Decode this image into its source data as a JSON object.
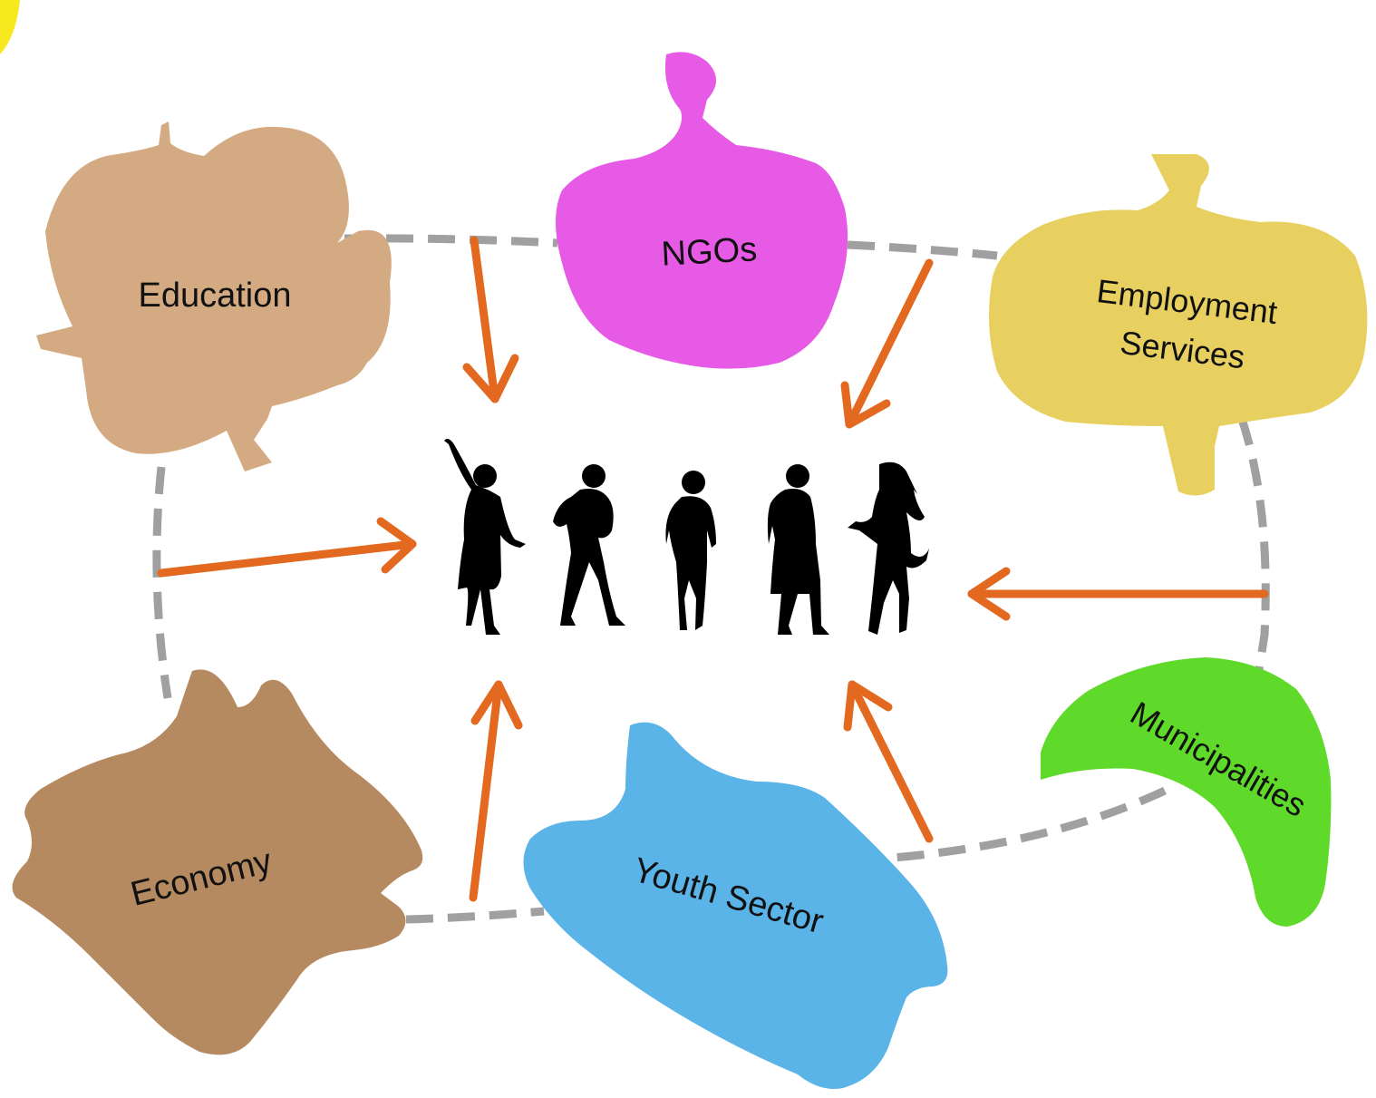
{
  "nodes": {
    "education": {
      "label": "Education",
      "color": "#d4aa82"
    },
    "ngos": {
      "label": "NGOs",
      "color": "#e65ae6"
    },
    "employment": {
      "label_line1": "Employment",
      "label_line2": "Services",
      "color": "#e8d060"
    },
    "economy": {
      "label": "Economy",
      "color": "#b58a60"
    },
    "youth": {
      "label": "Youth Sector",
      "color": "#5ab4e8"
    },
    "municipalities": {
      "label": "Municipalities",
      "color": "#5fd92a"
    }
  },
  "center": {
    "icon": "youth-silhouettes-icon"
  },
  "colors": {
    "arrow": "#e2691f",
    "ring": "#a0a0a0",
    "silhouette": "#000000",
    "corner": "#f6ea1e"
  }
}
